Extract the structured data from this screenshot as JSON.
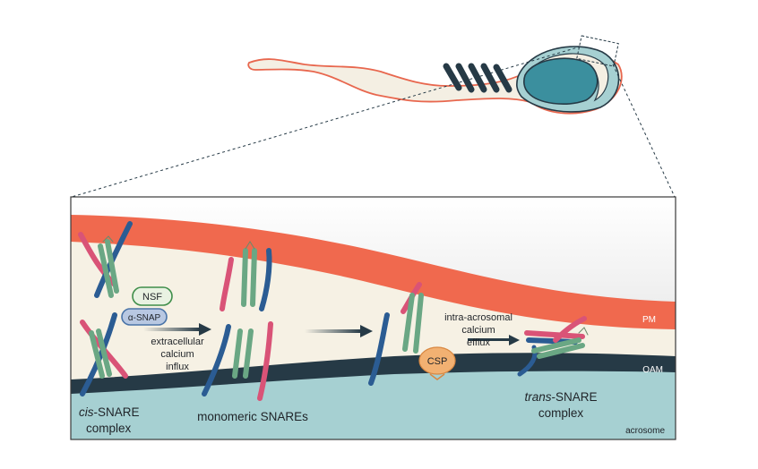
{
  "labels": {
    "pm": "PM",
    "oam": "OAM",
    "acrosome": "acrosome",
    "nsf": "NSF",
    "alpha_snap": "α-SNAP",
    "csp": "CSP",
    "cis_italic": "cis",
    "cis_rest": "-SNARE",
    "cis_line2": "complex",
    "monomeric": "monomeric SNAREs",
    "trans_italic": "trans",
    "trans_rest": "-SNARE",
    "trans_line2": "complex",
    "extracellular_1": "extracellular",
    "extracellular_2": "calcium",
    "extracellular_3": "influx",
    "intra_1": "intra-acrosomal",
    "intra_2": "calcium",
    "intra_3": "efflux"
  },
  "colors": {
    "plasma_membrane": "#f0694e",
    "outer_acrosomal_membrane": "#263a46",
    "acrosome": "#a6d0d2",
    "cytoplasm": "#f6f1e4",
    "sperm_body": "#f4efe3",
    "sperm_outline": "#e8674e",
    "nucleus": "#3b8f9e",
    "snare_red": "#d95377",
    "snare_blue": "#2b5c93",
    "snare_green": "#6aa784",
    "nsf": "#3f8e4a",
    "alpha_snap": "#4a74a8",
    "csp": "#f2b172"
  }
}
